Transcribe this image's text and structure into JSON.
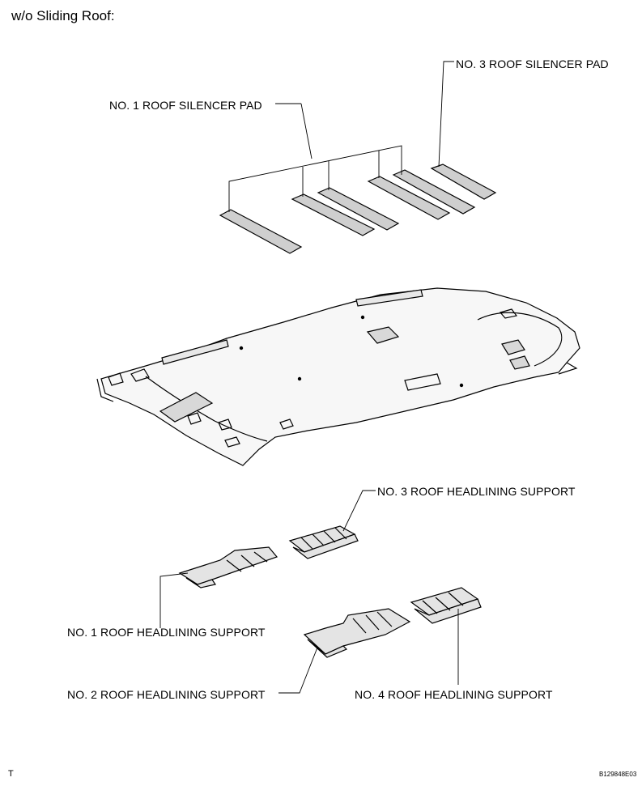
{
  "heading": "w/o Sliding Roof:",
  "callouts": {
    "silencer_pad_3": "NO. 3 ROOF SILENCER PAD",
    "silencer_pad_1": "NO. 1 ROOF SILENCER PAD",
    "headlining_support_3": "NO. 3 ROOF HEADLINING SUPPORT",
    "headlining_support_1": "NO. 1 ROOF HEADLINING SUPPORT",
    "headlining_support_2": "NO. 2 ROOF HEADLINING SUPPORT",
    "headlining_support_4": "NO. 4 ROOF HEADLINING SUPPORT"
  },
  "corner_mark": "T",
  "figure_code": "B129848E03"
}
